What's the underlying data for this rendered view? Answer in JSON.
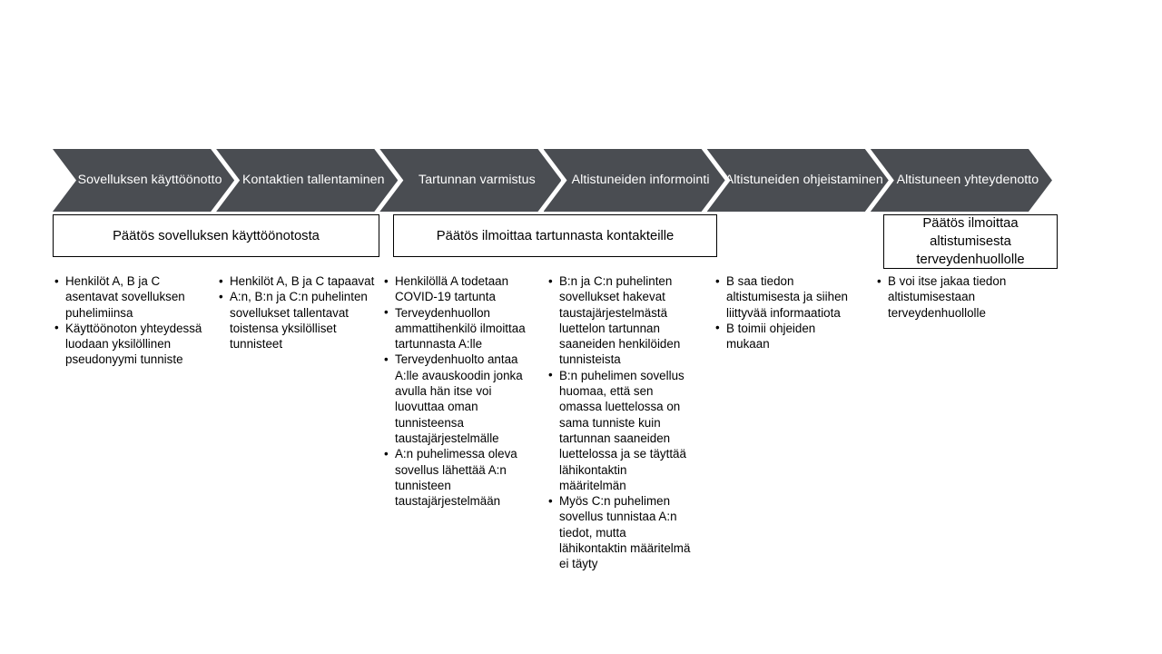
{
  "theme": {
    "chevron_fill": "#4a4d52",
    "chevron_text": "#ffffff",
    "box_border": "#000000",
    "page_background": "#ffffff",
    "body_text": "#000000"
  },
  "process": {
    "steps": [
      {
        "label": "Sovelluksen käyttöönotto"
      },
      {
        "label": "Kontaktien tallentaminen"
      },
      {
        "label": "Tartunnan varmistus"
      },
      {
        "label": "Altistuneiden informointi"
      },
      {
        "label": "Altistuneiden ohjeistaminen"
      },
      {
        "label": "Altistuneen yhteydenotto"
      }
    ]
  },
  "decisions": [
    {
      "text": "Päätös sovelluksen käyttöönotosta"
    },
    {
      "text": "Päätös ilmoittaa tartunnasta kontakteille"
    },
    {
      "text": "Päätös ilmoittaa altistumisesta terveydenhuollolle"
    }
  ],
  "columns": [
    {
      "bullets": [
        "Henkilöt A, B ja C asentavat sovelluksen puhelimiinsa",
        "Käyttöönoton yhteydessä luodaan yksilöllinen pseudonyymi tunniste"
      ]
    },
    {
      "bullets": [
        "Henkilöt A, B ja C tapaavat",
        "A:n, B:n ja C:n puhelinten sovellukset tallentavat toistensa yksilölliset tunnisteet"
      ]
    },
    {
      "bullets": [
        "Henkilöllä A todetaan COVID-19 tartunta",
        "Terveydenhuollon ammattihenkilö ilmoittaa tartunnasta A:lle",
        "Terveydenhuolto antaa A:lle avauskoodin jonka avulla hän itse voi luovuttaa oman tunnisteensa taustajärjestelmälle",
        "A:n puhelimessa oleva sovellus lähettää A:n tunnisteen taustajärjestelmään"
      ]
    },
    {
      "bullets": [
        "B:n ja C:n puhelinten sovellukset hakevat taustajärjestelmästä luettelon tartunnan saaneiden henkilöiden tunnisteista",
        "B:n puhelimen sovellus huomaa, että sen omassa luettelossa on sama tunniste kuin tartunnan saaneiden luettelossa ja se täyttää lähikontaktin määritelmän",
        "Myös C:n puhelimen sovellus tunnistaa A:n tiedot, mutta lähikontaktin määritelmä ei täyty"
      ]
    },
    {
      "bullets": [
        "B saa tiedon altistumisesta ja siihen liittyvää informaatiota",
        "B toimii ohjeiden mukaan"
      ]
    },
    {
      "bullets": [
        "B voi itse jakaa tiedon altistumisestaan terveydenhuollolle"
      ]
    }
  ]
}
